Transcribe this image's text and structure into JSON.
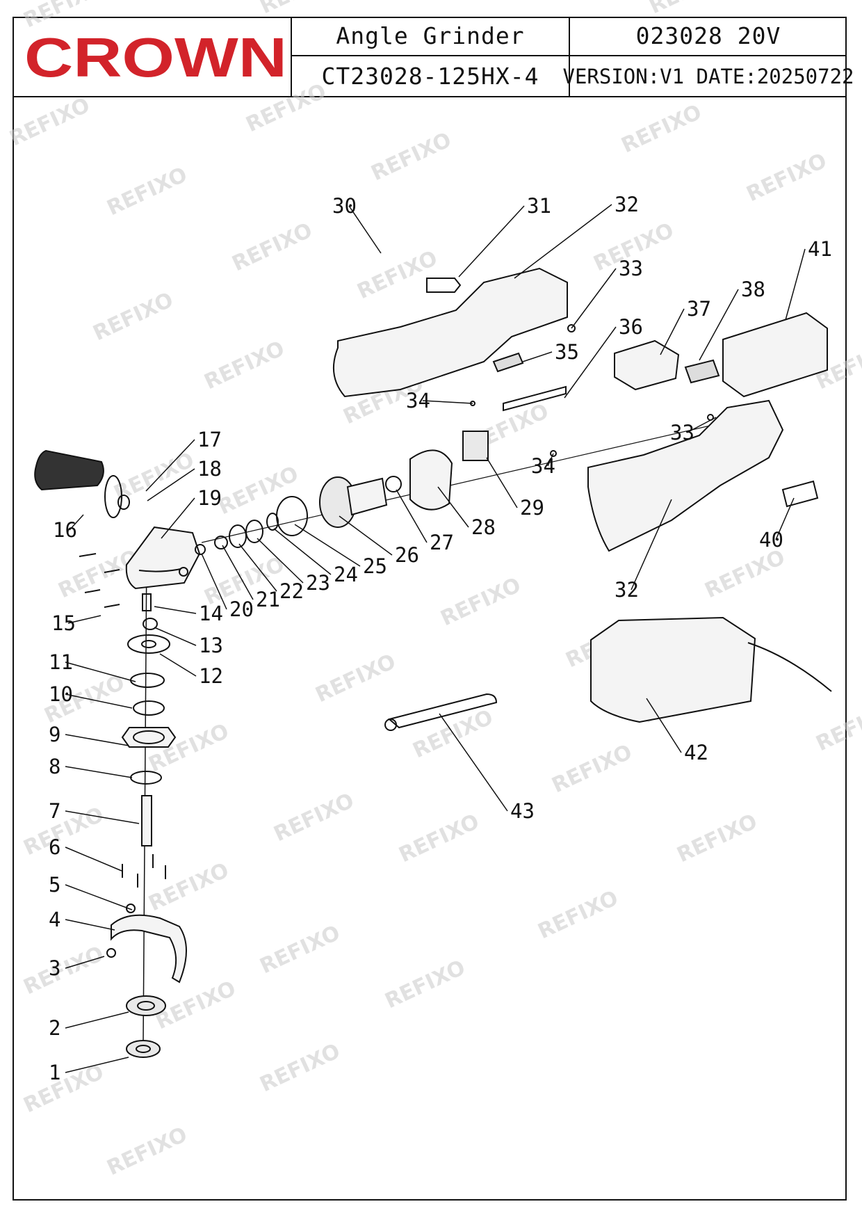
{
  "header": {
    "brand": "CROWN",
    "product_name": "Angle Grinder",
    "code_voltage": "023028  20V",
    "model": "CT23028-125HX-4",
    "version_date": "VERSION:V1  DATE:20250722"
  },
  "colors": {
    "brand_red": "#d2232a",
    "line": "#111111",
    "watermark": "#c9c9c9"
  },
  "watermark_text": "REFIXO",
  "callouts": [
    "1",
    "2",
    "3",
    "4",
    "5",
    "6",
    "7",
    "8",
    "9",
    "10",
    "11",
    "12",
    "13",
    "14",
    "15",
    "16",
    "17",
    "18",
    "19",
    "20",
    "21",
    "22",
    "23",
    "24",
    "25",
    "26",
    "27",
    "28",
    "29",
    "30",
    "31",
    "32",
    "32",
    "33",
    "33",
    "34",
    "34",
    "35",
    "36",
    "37",
    "38",
    "40",
    "41",
    "42",
    "43"
  ]
}
